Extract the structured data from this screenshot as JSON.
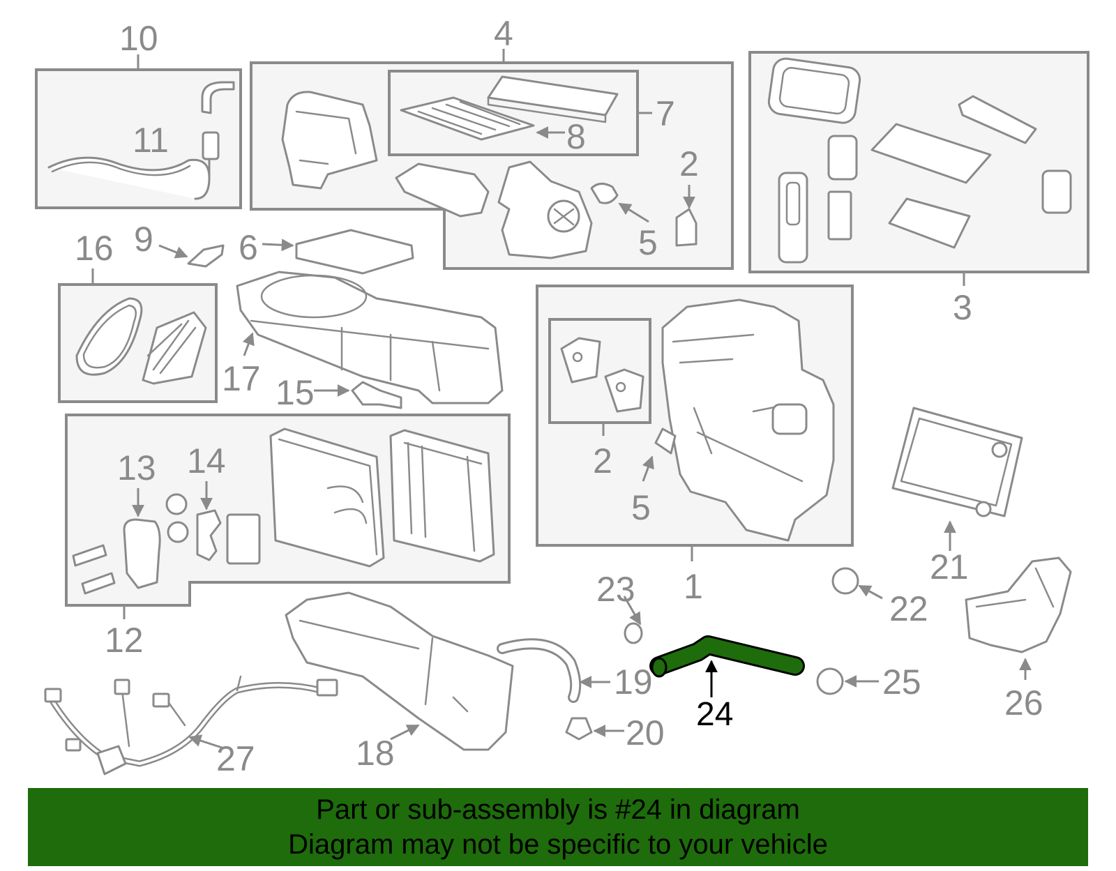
{
  "callouts": {
    "c1": "1",
    "c2a": "2",
    "c2b": "2",
    "c3": "3",
    "c4": "4",
    "c5a": "5",
    "c5b": "5",
    "c6": "6",
    "c7": "7",
    "c8": "8",
    "c9": "9",
    "c10": "10",
    "c11": "11",
    "c12": "12",
    "c13": "13",
    "c14": "14",
    "c15": "15",
    "c16": "16",
    "c17": "17",
    "c18": "18",
    "c19": "19",
    "c20": "20",
    "c21": "21",
    "c22": "22",
    "c23": "23",
    "c24": "24",
    "c25": "25",
    "c26": "26",
    "c27": "27"
  },
  "banner": {
    "line1": "Part or sub-assembly is #24 in diagram",
    "line2": "Diagram may not be specific to your vehicle"
  },
  "colors": {
    "highlight_part": "#1e6c0b",
    "banner_background": "#1e6c0b",
    "line_art": "#8a8a8a",
    "group_box_fill": "#f5f5f5"
  }
}
